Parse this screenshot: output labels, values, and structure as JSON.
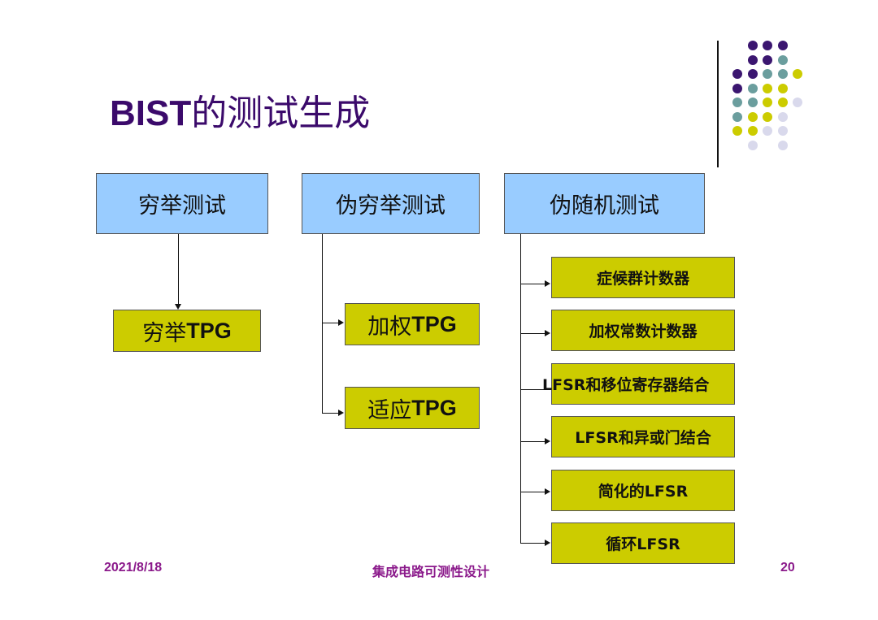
{
  "title": {
    "latin": "BIST",
    "rest": "的测试生成"
  },
  "categories": [
    {
      "label": "穷举测试"
    },
    {
      "label": "伪穷举测试"
    },
    {
      "label": "伪随机测试"
    }
  ],
  "exhaustive": {
    "prefix": "穷举",
    "suffix": "TPG"
  },
  "pseudo_exhaustive": [
    {
      "prefix": "加权",
      "suffix": "TPG"
    },
    {
      "prefix": "适应",
      "suffix": "TPG"
    }
  ],
  "pseudo_random": [
    "症候群计数器",
    "加权常数计数器",
    "LFSR和移位寄存器结合",
    "LFSR和异或门结合",
    "简化的LFSR",
    "循环LFSR"
  ],
  "footer": {
    "date": "2021/8/18",
    "course": "集成电路可测性设计",
    "page": "20"
  },
  "colors": {
    "title": "#3b0a6b",
    "header_box": "#99ccff",
    "leaf_box": "#cccc00",
    "footer": "#8b1a8b",
    "dot_purple": "#3b1670",
    "dot_teal": "#6b9e9e",
    "dot_olive": "#cccc00",
    "dot_lavender": "#d9d9ec"
  }
}
